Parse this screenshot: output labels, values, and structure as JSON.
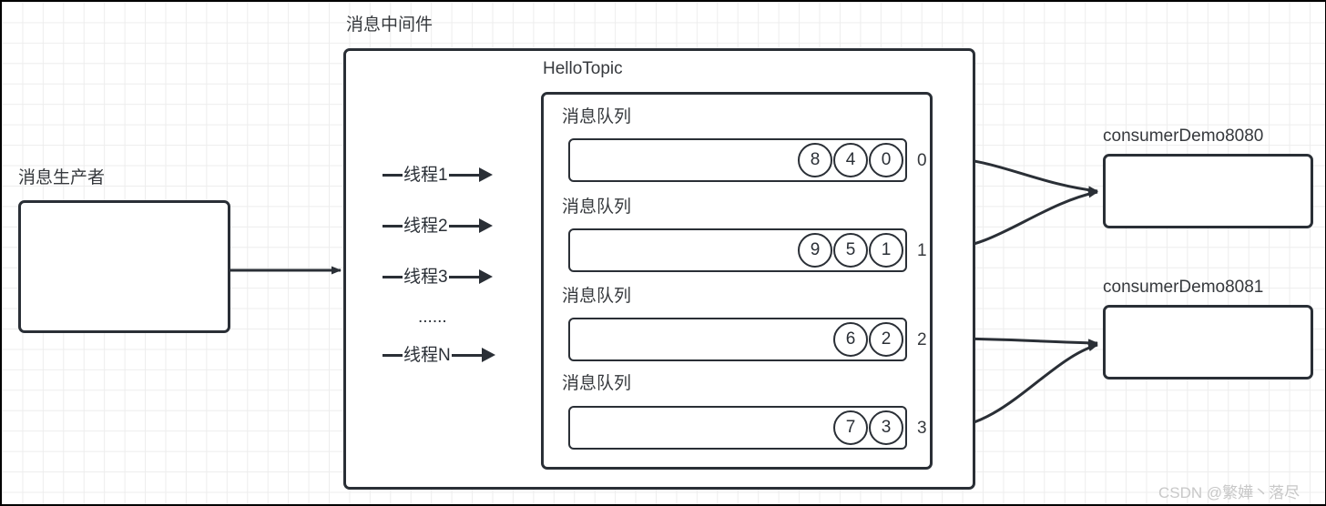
{
  "diagram": {
    "producer": {
      "label": "消息生产者",
      "box_name": "message-producer-box"
    },
    "middleware": {
      "label": "消息中间件",
      "topic": {
        "label": "HelloTopic",
        "queue_label": "消息队列",
        "queues": [
          {
            "index": "0",
            "messages": [
              "8",
              "4",
              "0"
            ]
          },
          {
            "index": "1",
            "messages": [
              "9",
              "5",
              "1"
            ]
          },
          {
            "index": "2",
            "messages": [
              "6",
              "2"
            ]
          },
          {
            "index": "3",
            "messages": [
              "7",
              "3"
            ]
          }
        ]
      },
      "threads": [
        {
          "label": "线程1"
        },
        {
          "label": "线程2"
        },
        {
          "label": "线程3"
        },
        {
          "label": "线程N"
        }
      ],
      "thread_ellipsis": "......"
    },
    "consumers": [
      {
        "label": "consumerDemo8080"
      },
      {
        "label": "consumerDemo8081"
      }
    ],
    "watermark": "CSDN @繁嬅丶落尽",
    "colors": {
      "stroke": "#2a2f36",
      "text": "#36393d",
      "grid": "#ededed",
      "watermark": "#c8c8c8",
      "background": "#ffffff"
    }
  }
}
